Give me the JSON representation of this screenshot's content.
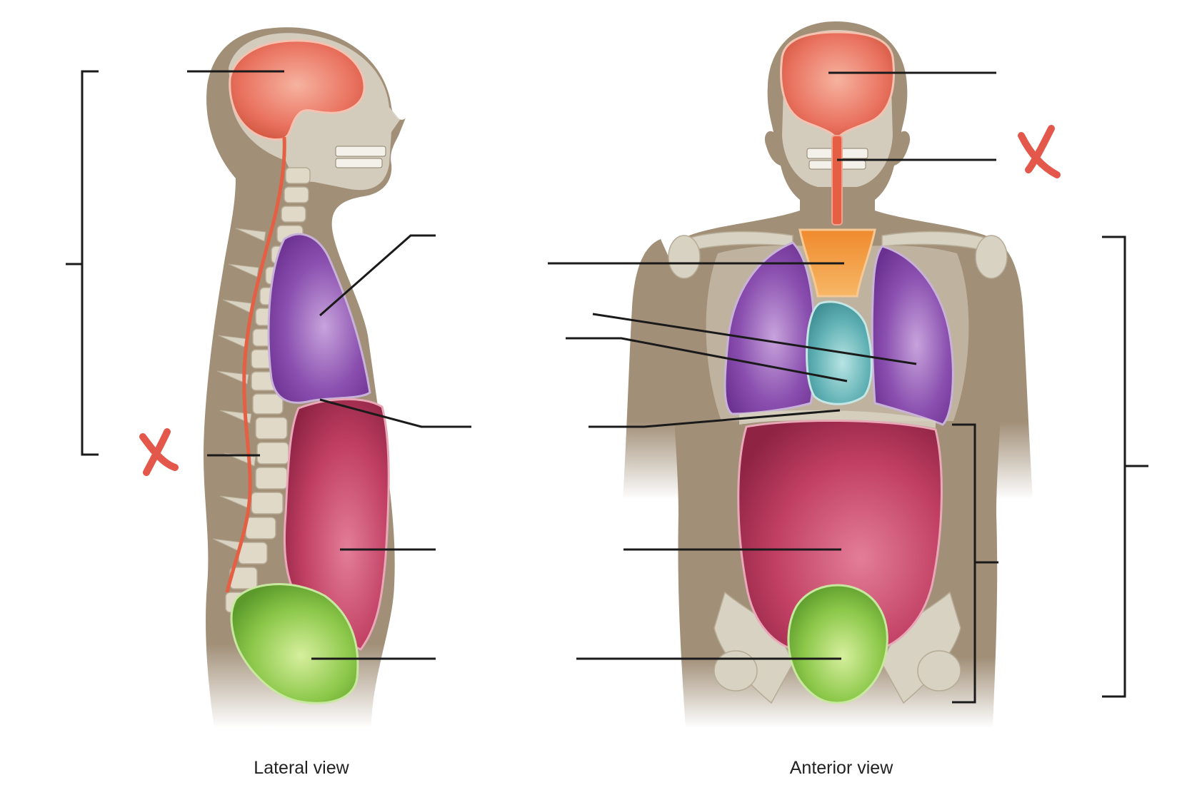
{
  "figure": {
    "views": [
      {
        "id": "lateral",
        "caption": "Lateral view"
      },
      {
        "id": "anterior",
        "caption": "Anterior view"
      }
    ],
    "handwritten_marks": [
      {
        "text": "X",
        "color": "#e4574b",
        "near": "lateral-vertebral-canal-label"
      },
      {
        "text": "X",
        "color": "#e4574b",
        "near": "anterior-spinal-cord-label"
      }
    ],
    "colors": {
      "background": "#ffffff",
      "body": "#a18f77",
      "skeleton": "#d8d2c2",
      "cranial_cavity": "#e9725f",
      "spinal_cord": "#e55f45",
      "mediastinum": "#f09a3c",
      "pleural_cavity": "#8a4faf",
      "pericardial_cavity": "#5fb0b4",
      "abdominal_cavity": "#c13f62",
      "pelvic_cavity": "#8cc84a",
      "leader_line": "#1a1a1a",
      "mark": "#e4574b"
    }
  }
}
